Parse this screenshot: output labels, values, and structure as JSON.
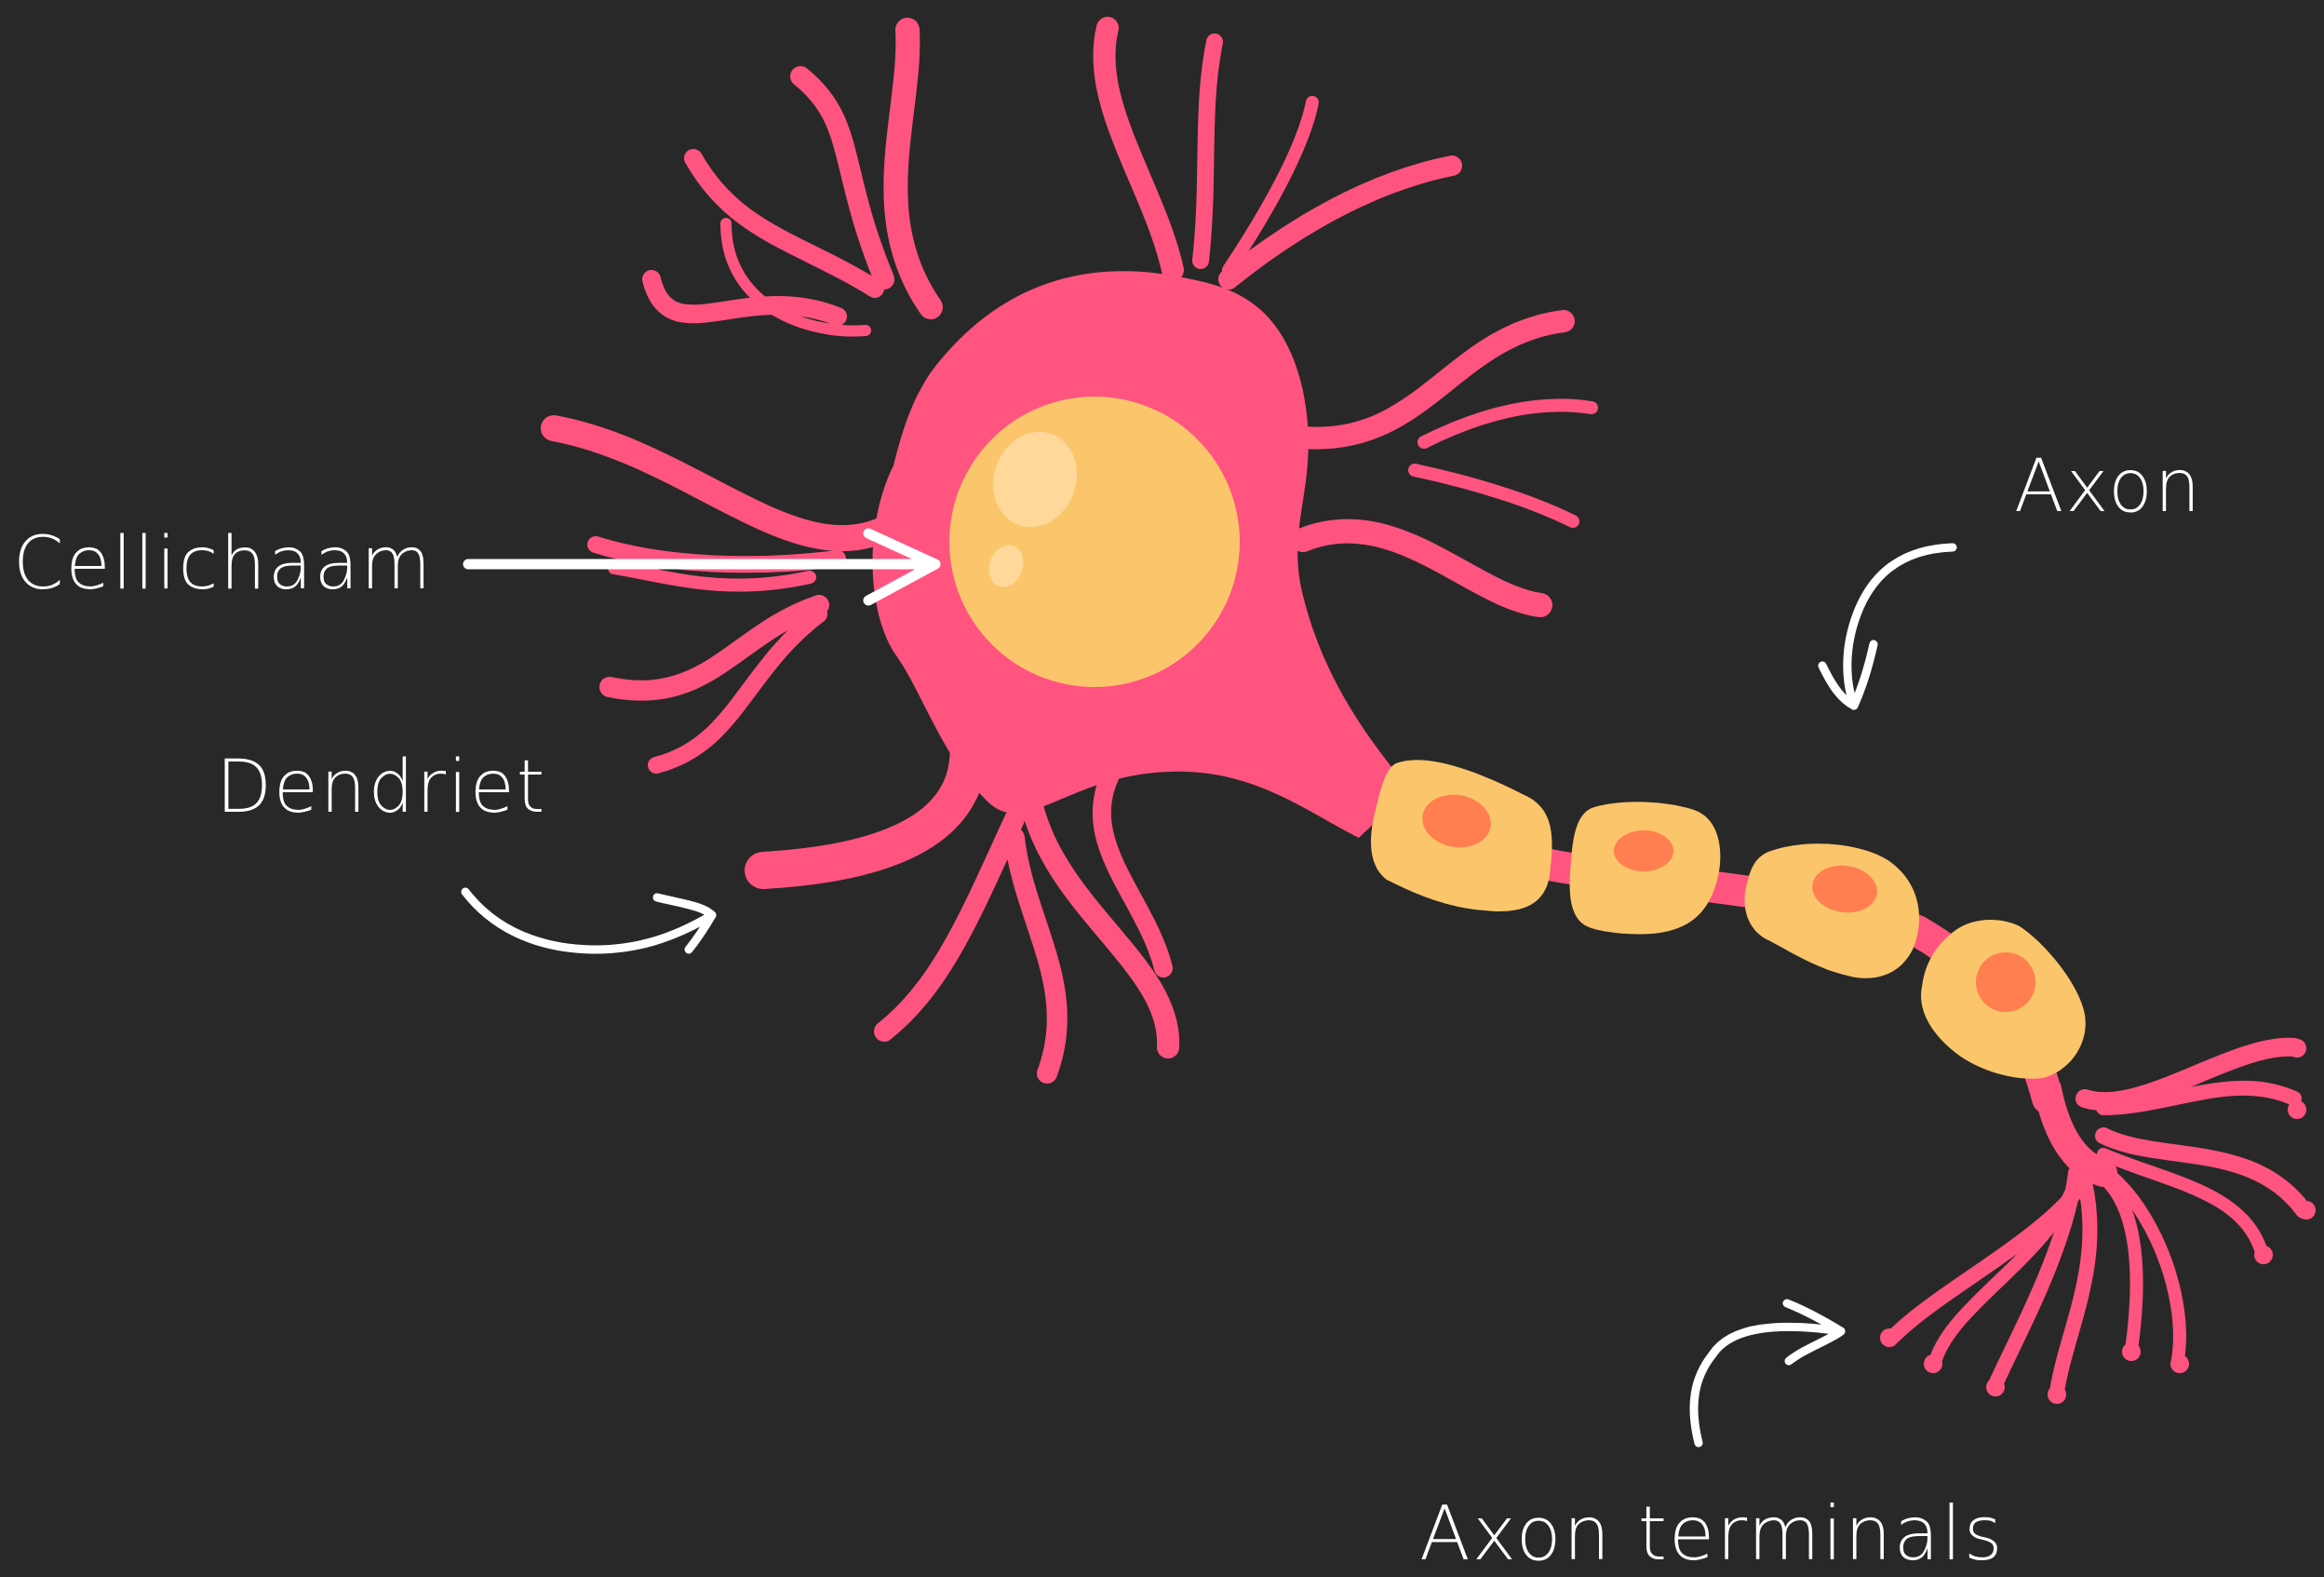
{
  "labels": {
    "cell_body": "Cellichaam",
    "dendrite": "Dendriet",
    "axon": "Axon",
    "axon_terminals": "Axon terminals"
  },
  "colors": {
    "background": "#282828",
    "neuron": "#ff5480",
    "nucleus": "#fbc56b",
    "nucleus_highlight": "#ffd89a",
    "myelin": "#fbc56b",
    "myelin_nucleus": "#ff7f50",
    "label_text": "#ffffff"
  }
}
